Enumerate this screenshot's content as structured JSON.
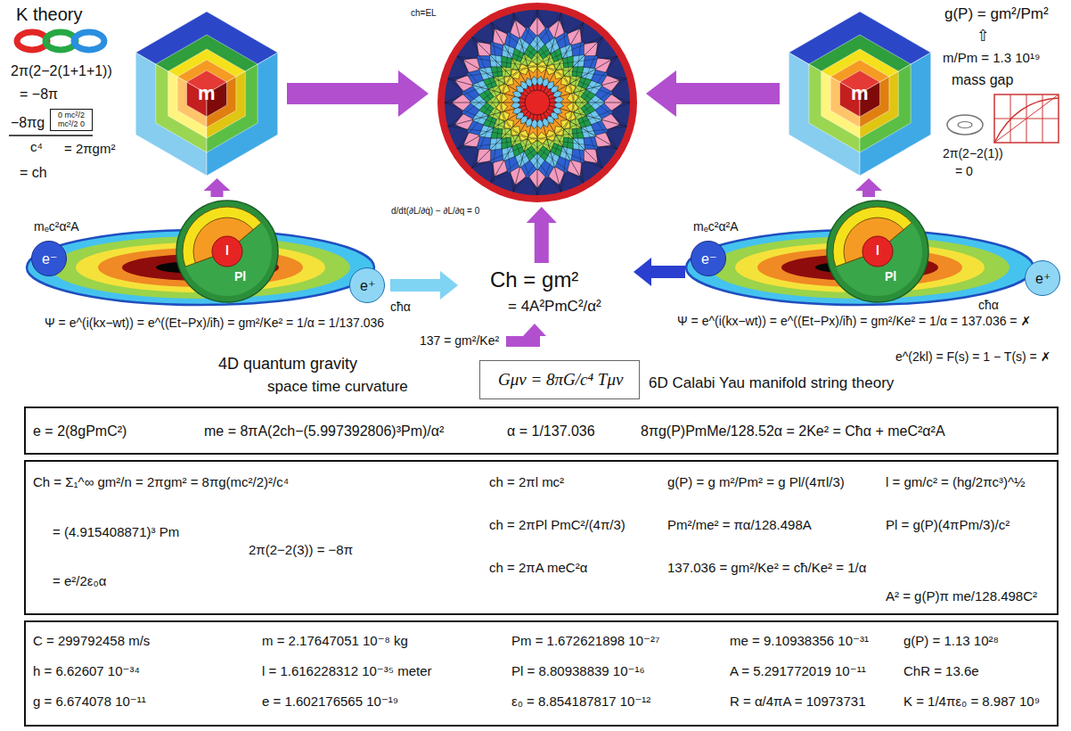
{
  "diagram": {
    "nodes": [
      {
        "text": [
          "m"
        ]
      },
      {
        "text": [
          "ch=EL",
          "d/dt(∂L/∂q̇) − ∂L/∂q = 0"
        ]
      },
      {
        "text": [
          "m"
        ]
      },
      {
        "text": [
          "l",
          "Pl"
        ]
      },
      {
        "text": [
          "e⁻"
        ]
      },
      {
        "text": [
          "e⁺"
        ]
      },
      {
        "text": [
          "Ch = gm²",
          "= 4A²PmC²/α²"
        ]
      },
      {
        "text": [
          "137 = gm²/Ke²"
        ]
      },
      {
        "text": [
          "l",
          "Pl"
        ]
      },
      {
        "text": [
          "e⁻"
        ]
      },
      {
        "text": [
          "e⁺"
        ]
      },
      {
        "text": [
          "Gμν = 8πG/c⁴ Tμν"
        ]
      },
      {
        "text": [
          "e = 2(8gPmC²)",
          "me = 8πA(2ch−(5.997392806)³Pm)/α²",
          "α = 1/137.036",
          "8πg(P)PmMe/128.52α = 2Ke² = Cħα + meC²α²A"
        ]
      },
      {
        "text": [
          "Ch = Σ₁^∞ gm²/n = 2πgm² = 8πg(mc²/2)²/c⁴",
          "= (4.915408871)³ Pm",
          "= e²/2ε₀α",
          "2π(2−2(3)) = −8π",
          "ch = 2πl mc²",
          "ch = 2πPl PmC²/(4π/3)",
          "ch = 2πA meC²α",
          "g(P) = g m²/Pm² = g Pl/(4πl/3)",
          "Pm²/me² = πα/128.498A",
          "137.036 = gm²/Ke² = cħ/Ke² = 1/α",
          "l = gm/c² = (hg/2πc³)^½",
          "Pl = g(P)(4πPm/3)/c²",
          "A² = g(P)π me/128.498C²"
        ]
      },
      {
        "text": [
          "C = 299792458 m/s",
          "h = 6.62607 10⁻³⁴",
          "g = 6.674078 10⁻¹¹",
          "m = 2.17647051 10⁻⁸ kg",
          "l = 1.616228312 10⁻³⁵ meter",
          "e = 1.602176565 10⁻¹⁹",
          "Pm = 1.672621898 10⁻²⁷",
          "Pl = 8.80938839 10⁻¹⁶",
          "ε₀ = 8.854187817 10⁻¹²",
          "me = 9.10938356 10⁻³¹",
          "A = 5.291772019 10⁻¹¹",
          "R = α/4πA = 10973731",
          "g(P) = 1.13 10²⁸",
          "ChR = 13.6e",
          "K = 1/4πε₀ = 8.987 10⁹"
        ]
      }
    ],
    "edges": [
      {
        "from": 0,
        "to": 1,
        "arrow": "to"
      },
      {
        "from": 2,
        "to": 1,
        "arrow": "to"
      },
      {
        "from": 3,
        "to": 0,
        "arrow": "to"
      },
      {
        "from": 8,
        "to": 2,
        "arrow": "to"
      },
      {
        "from": 6,
        "to": 1,
        "arrow": "to"
      },
      {
        "from": 5,
        "to": 6,
        "arrow": "to"
      },
      {
        "from": 9,
        "to": 6,
        "arrow": "to"
      },
      {
        "from": 7,
        "to": 6,
        "arrow": "to"
      }
    ],
    "labels": [
      "K theory",
      "2π(2−2(1+1+1))",
      "= −8π",
      "−8πg",
      "0 mc²/2 mc²/2 0",
      "c⁴",
      "= 2πgm²",
      "= ch",
      "mₑc²α²A",
      "cħα",
      "Ψ = e^(i(kx−wt)) = e^((Et−Px)/iħ) = gm²/Ke² = 1/α = 1/137.036",
      "g(P) = gm²/Pm²",
      "⇧",
      "m/Pm = 1.3 10¹⁹",
      "mass gap",
      "2π(2−2(1))",
      "= 0",
      "mₑc²α²A",
      "cħα",
      "Ψ = e^(i(kx−wt)) = e^((Et−Px)/iħ) = gm²/Ke² = 1/α = 137.036 = ✗",
      "e^(2kl) = F(s) = 1 − T(s) = ✗",
      "4D quantum gravity",
      "space time curvature",
      "6D Calabi Yau manifold string theory"
    ]
  }
}
